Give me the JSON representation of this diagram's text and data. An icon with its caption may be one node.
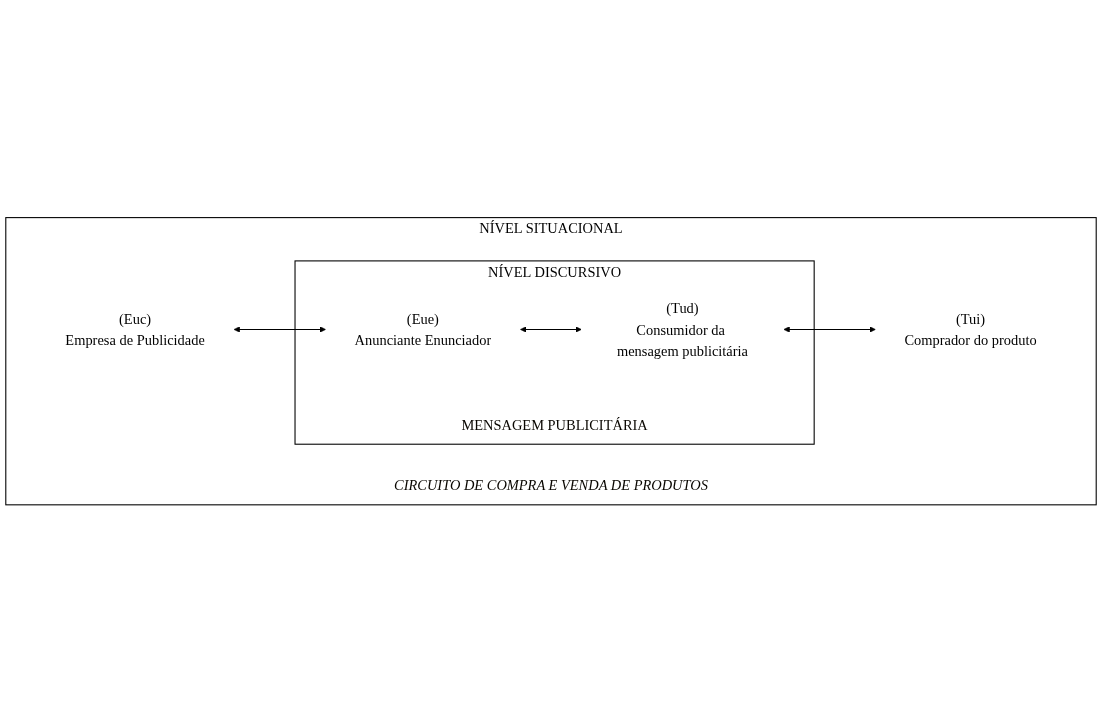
{
  "diagram": {
    "nodes": [
      {
        "text": [
          "NÍVEL SITUACIONAL",
          "CIRCUITO DE COMPRA E VENDA DE PRODUTOS"
        ]
      },
      {
        "text": [
          "(Euc)",
          "Empresa de Publicidade"
        ],
        "in": 0
      },
      {
        "text": [
          "NÍVEL DISCURSIVO",
          "MENSAGEM PUBLICITÁRIA"
        ],
        "in": 0
      },
      {
        "text": [
          "(Eue)",
          "Anunciante Enunciador"
        ],
        "in": 2
      },
      {
        "text": [
          "(Tud)",
          "Consumidor da mensagem publicitária"
        ],
        "in": 2
      },
      {
        "text": [
          "(Tui)",
          "Comprador do produto"
        ],
        "in": 0
      }
    ],
    "edges": [
      {
        "from": 1,
        "to": 3,
        "arrow": "both"
      },
      {
        "from": 3,
        "to": 4,
        "arrow": "both"
      },
      {
        "from": 4,
        "to": 5,
        "arrow": "both"
      }
    ]
  }
}
